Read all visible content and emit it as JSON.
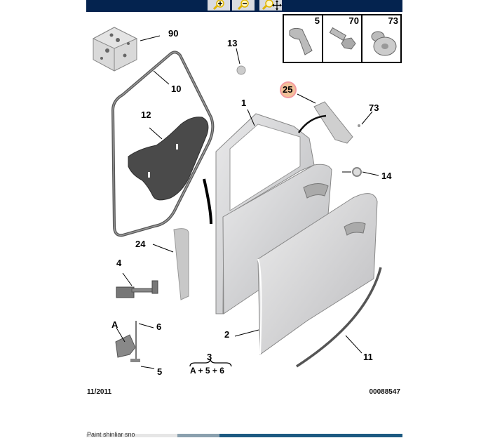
{
  "toolbar": {
    "background": "#04234f",
    "buttons": [
      {
        "id": "zoom-in",
        "icon": "zoom-in-icon"
      },
      {
        "id": "zoom-out",
        "icon": "zoom-out-icon"
      },
      {
        "id": "pan",
        "icon": "zoom-pan-icon"
      }
    ]
  },
  "diagram": {
    "inset": {
      "parts": [
        {
          "ref": "5",
          "icon": "clip-icon"
        },
        {
          "ref": "70",
          "icon": "bolt-icon"
        },
        {
          "ref": "73",
          "icon": "rivet-icon"
        }
      ]
    },
    "callouts": {
      "c90": "90",
      "c10": "10",
      "c13": "13",
      "c25": "25",
      "c73": "73",
      "c12": "12",
      "c1": "1",
      "c14": "14",
      "c24": "24",
      "c4": "4",
      "cA": "A",
      "c6": "6",
      "c5": "5",
      "c2": "2",
      "c11": "11",
      "c3": "3",
      "c3_formula": "A + 5 + 6"
    },
    "highlight_color": "#f3c29a",
    "footer": {
      "date": "11/2011",
      "ref_number": "00088547"
    }
  },
  "bottom": {
    "partial_text": "Paint shinliar sno"
  }
}
